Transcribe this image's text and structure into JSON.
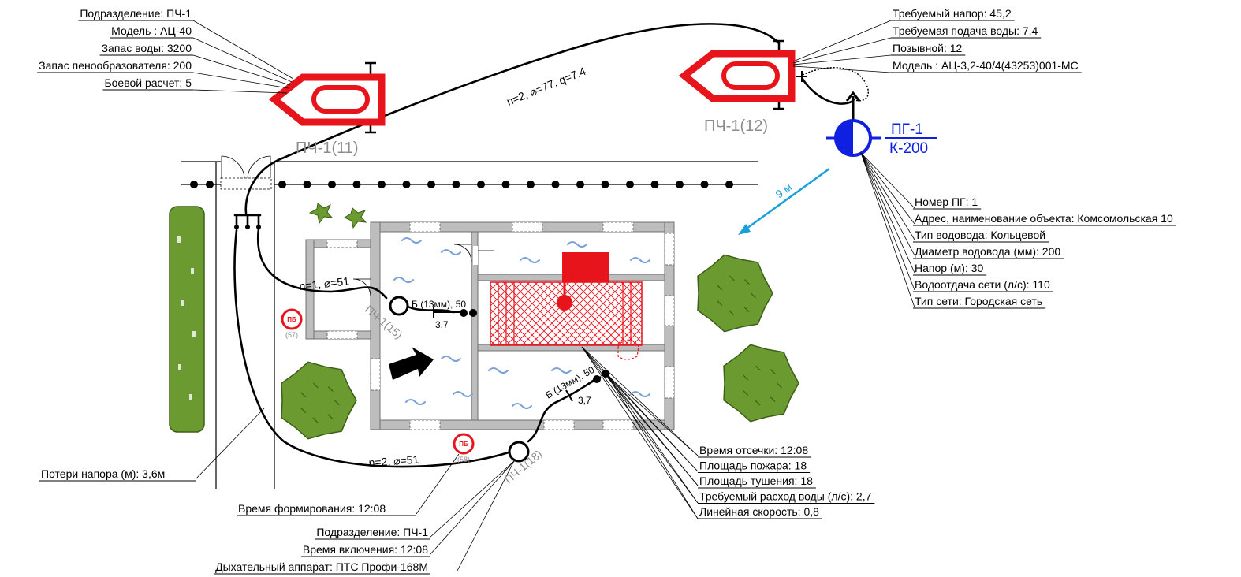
{
  "trucks": {
    "left": {
      "caption": "ПЧ-1(11)",
      "info": [
        "Подразделение: ПЧ-1",
        "Модель : АЦ-40",
        "Запас воды: 3200",
        "Запас пенообразователя: 200",
        "Боевой расчет: 5"
      ]
    },
    "right": {
      "caption": "ПЧ-1(12)",
      "info": [
        "Требуемый напор: 45,2",
        "Требуемая подача воды: 7,4",
        "Позывной: 12",
        "Модель : АЦ-3,2-40/4(43253)001-МС"
      ]
    }
  },
  "hydrant": {
    "name": "ПГ-1",
    "type": "К-200",
    "info": [
      "Номер ПГ: 1",
      "Адрес, наименование объекта: Комсомольская 10",
      "Тип водовода: Кольцевой",
      "Диаметр водовода (мм): 200",
      "Напор (м): 30",
      "Водоотдача сети (л/с): 110",
      "Тип сети: Городская сеть"
    ],
    "distance": "9 м"
  },
  "hoses": {
    "main": "n=2, ⌀=77, q=7,4",
    "branch_top": "n=1, ⌀=51",
    "branch_bottom": "n=2, ⌀=51"
  },
  "nozzles": {
    "top": {
      "caption": "ПЧ-1(15)",
      "spec": "Б (13мм), 50",
      "flow": "3,7"
    },
    "bottom": {
      "caption": "ПЧ-1(18)",
      "spec": "Б (13мм), 50",
      "flow": "3,7"
    }
  },
  "hydrant_markers": [
    {
      "label": "ПБ",
      "number": "(57)"
    },
    {
      "label": "ПБ",
      "number": "(58)"
    }
  ],
  "fire_info": [
    "Время отсечки: 12:08",
    "Площадь пожара: 18",
    "Площадь тушения: 18",
    "Требуемый расход воды (л/с): 2,7",
    "Линейная скорость: 0,8"
  ],
  "hose_loss": "Потери напора (м): 3,6м",
  "formation_time": "Время формирования: 12:08",
  "crew_info": [
    "Подразделение: ПЧ-1",
    "Время включения: 12:08",
    "Дыхательный аппарат: ПТС Профи-168М"
  ],
  "colors": {
    "truck": "#e8141c",
    "hydrant": "#1020e0",
    "distance_arrow": "#1aa0d8",
    "tree": "#6b9a30",
    "water": "#7aa0d6"
  }
}
